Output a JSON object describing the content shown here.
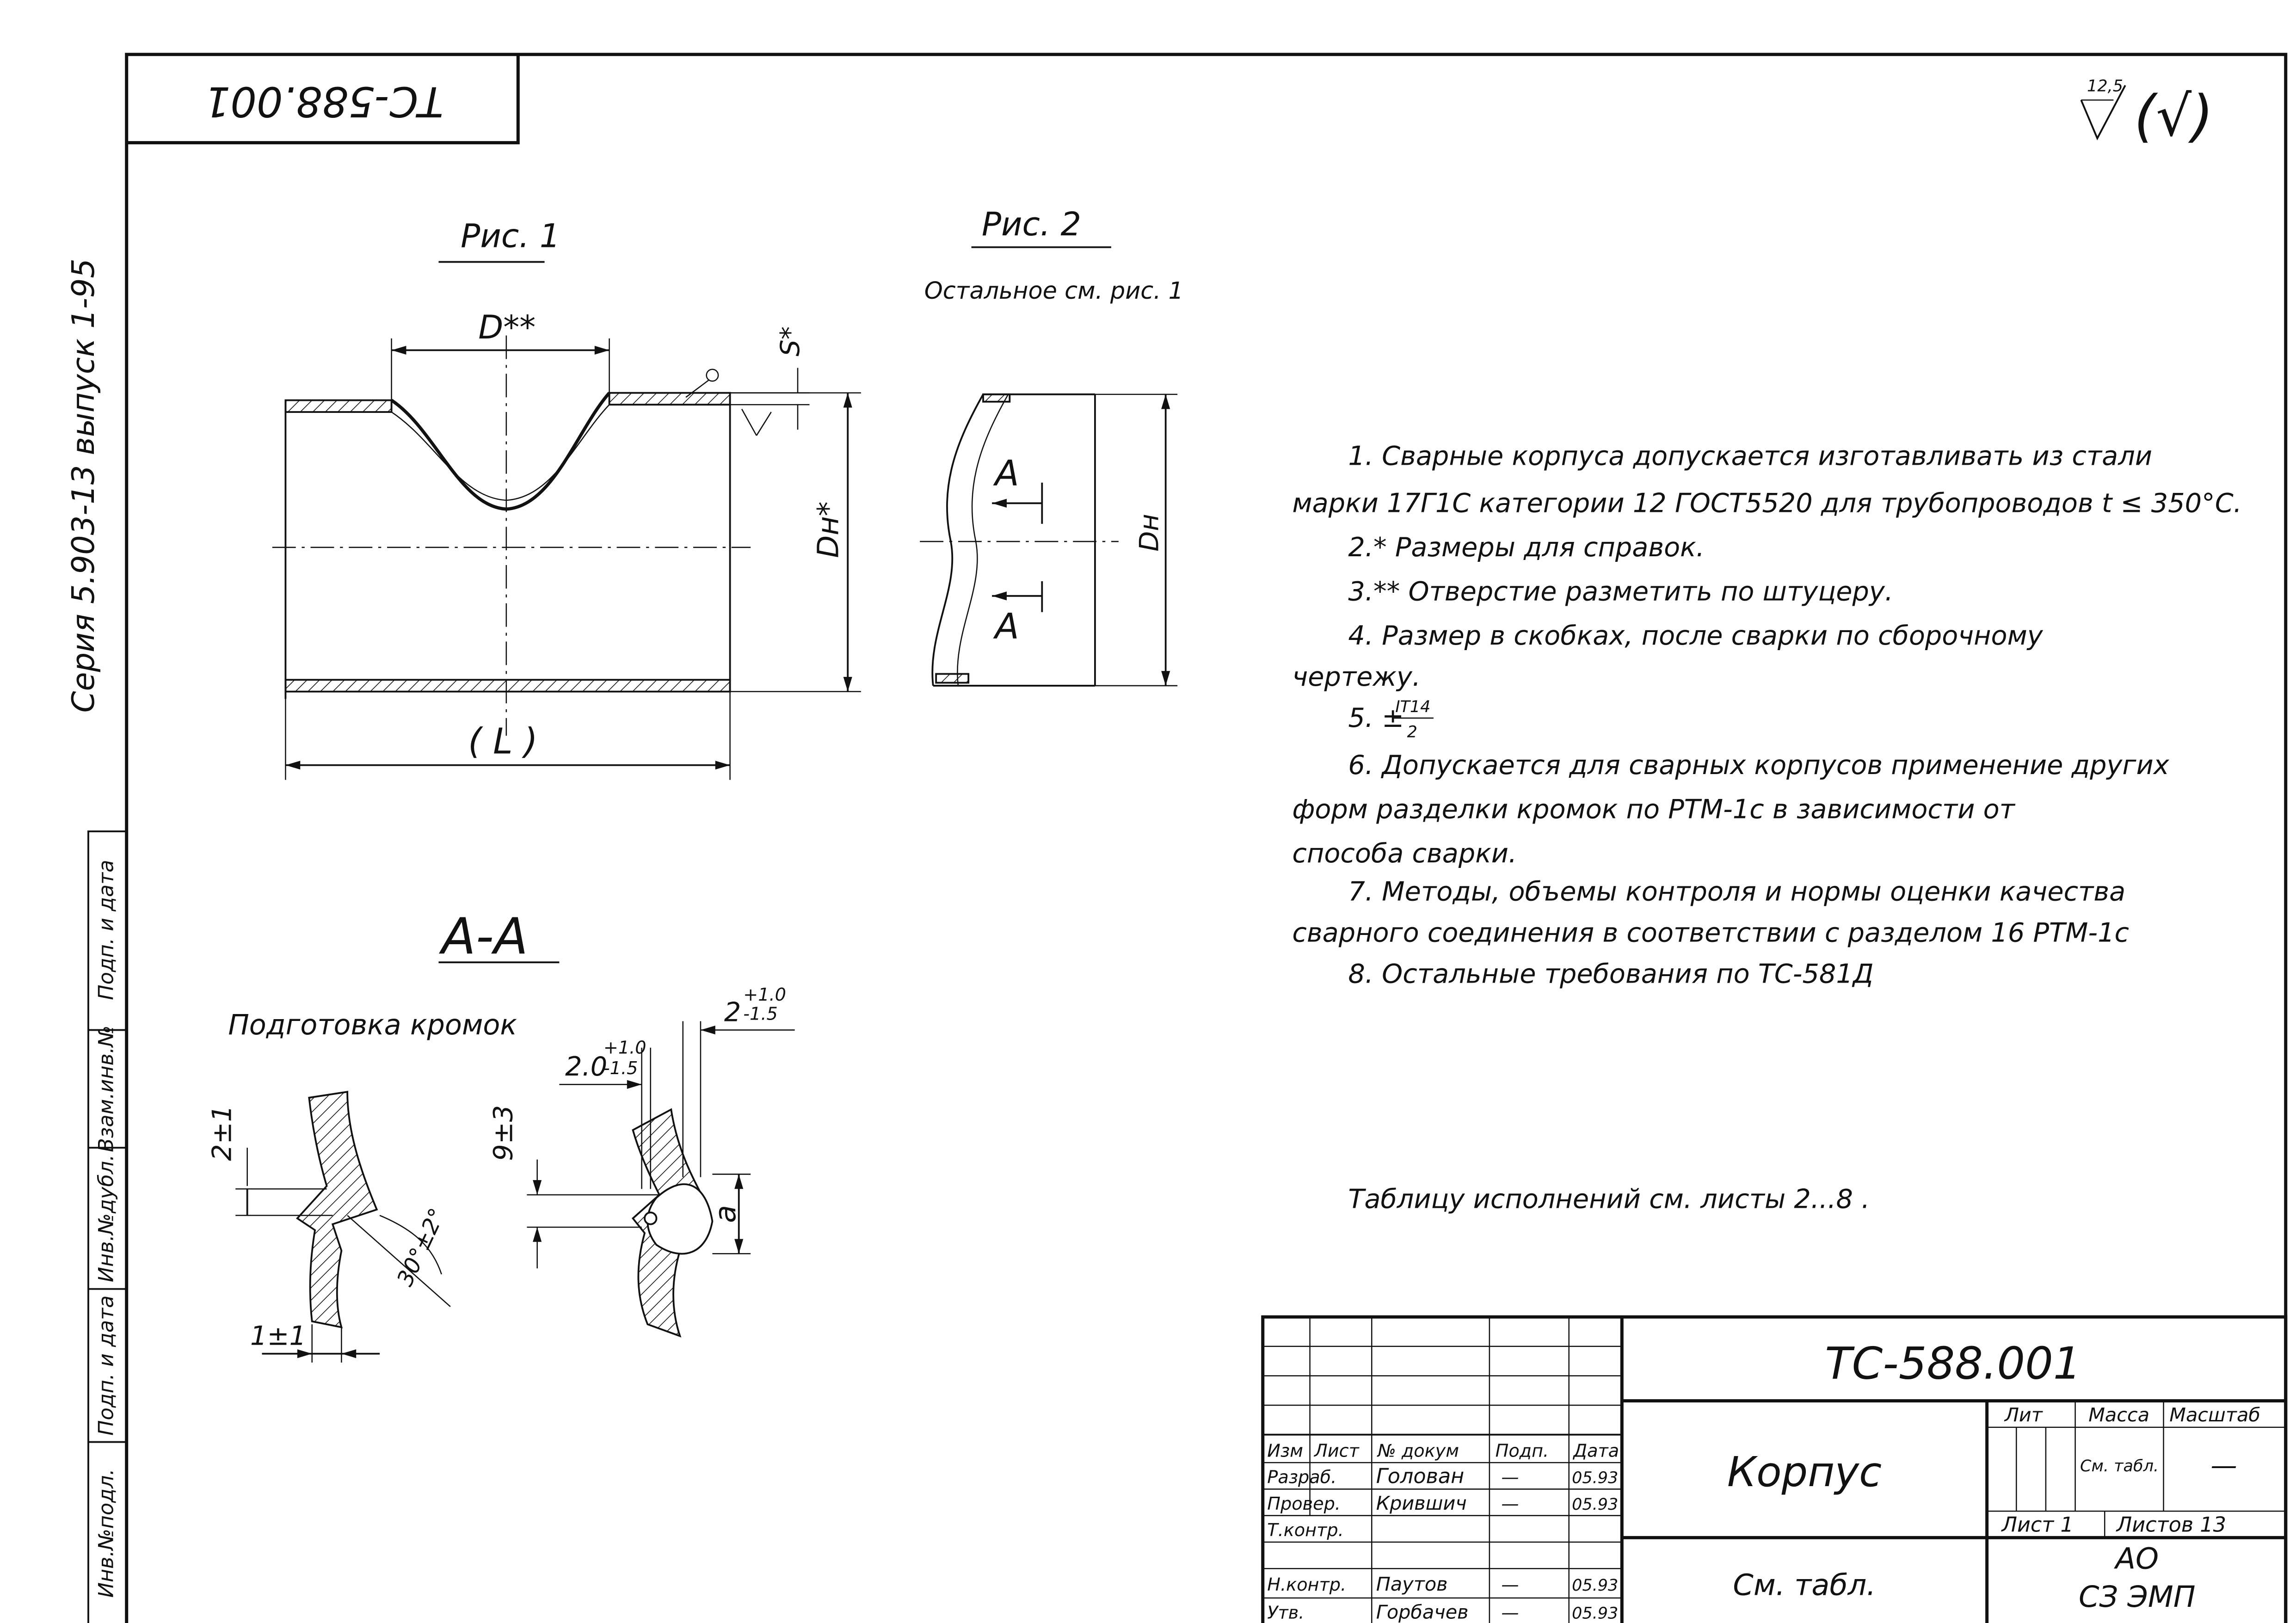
{
  "stamp_code": "ТС-588.001",
  "roughness": {
    "value": "12,5",
    "symbol": "(√)"
  },
  "side_series": "Серия 5.903-13 выпуск 1-95",
  "side_boxes": [
    "Подп. и дата",
    "Взам.инв.№",
    "Инв.№дубл.",
    "Подп. и дата",
    "Инв.№подл."
  ],
  "fig1": {
    "title": "Рис. 1",
    "dim_D": "D**",
    "dim_S": "S*",
    "dim_Dn": "Dн*",
    "dim_L": "( L )"
  },
  "fig2": {
    "title": "Рис. 2",
    "subtitle": "Остальное см. рис. 1",
    "section_mark": "A",
    "dim_Dn": "Dн"
  },
  "section": {
    "title": "А-А",
    "subtitle": "Подготовка кромок",
    "dims": {
      "d1": "2±1",
      "d2": "1±1",
      "d3": "30°±2°",
      "d4": "9±3",
      "d5": "2.0",
      "d5_upper": "+1.0",
      "d5_lower": "-1.5",
      "d6": "2",
      "d6_upper": "+1.0",
      "d6_lower": "-1.5",
      "d7": "a"
    }
  },
  "notes": [
    "1. Сварные корпуса допускается изготавливать из стали",
    "марки 17Г1С категории 12 ГОСТ5520    для трубопроводов t ≤ 350°С.",
    "2.* Размеры для справок.",
    "3.** Отверстие разметить по штуцеру.",
    "4. Размер в скобках, после сварки по сборочному",
    "чертежу.",
    "5. ±",
    "IT14",
    "2",
    "6. Допускается для сварных корпусов применение других",
    "форм разделки кромок по РТМ-1с в зависимости от",
    "способа сварки.",
    "7. Методы, объемы контроля и нормы оценки качества",
    "сварного соединения в соответствии с разделом 16 РТМ-1с",
    "8. Остальные требования по ТС-581Д"
  ],
  "table_note": "Таблицу исполнений см. листы 2...8 .",
  "title_block": {
    "doc_code": "ТС-588.001",
    "name": "Корпус",
    "material": "См. табл.",
    "headers": {
      "izm": "Изм",
      "list": "Лист",
      "doc": "№ докум",
      "sign": "Подп.",
      "date": "Дата"
    },
    "rows": [
      {
        "role": "Разраб.",
        "name": "Голован",
        "sign": "—",
        "date": "05.93"
      },
      {
        "role": "Провер.",
        "name": "Крившич",
        "sign": "—",
        "date": "05.93"
      },
      {
        "role": "Т.контр.",
        "name": "",
        "sign": "",
        "date": ""
      },
      {
        "role": "Н.контр.",
        "name": "Паутов",
        "sign": "—",
        "date": "05.93"
      },
      {
        "role": "Утв.",
        "name": "Горбачев",
        "sign": "—",
        "date": "05.93"
      }
    ],
    "lit_label": "Лит",
    "mass_label": "Масса",
    "scale_label": "Масштаб",
    "mass_value": "См. табл.",
    "scale_value": "—",
    "sheet_label": "Лист 1",
    "sheets_label": "Листов 13",
    "org_line1": "АО",
    "org_line2": "СЗ ЭМП"
  }
}
